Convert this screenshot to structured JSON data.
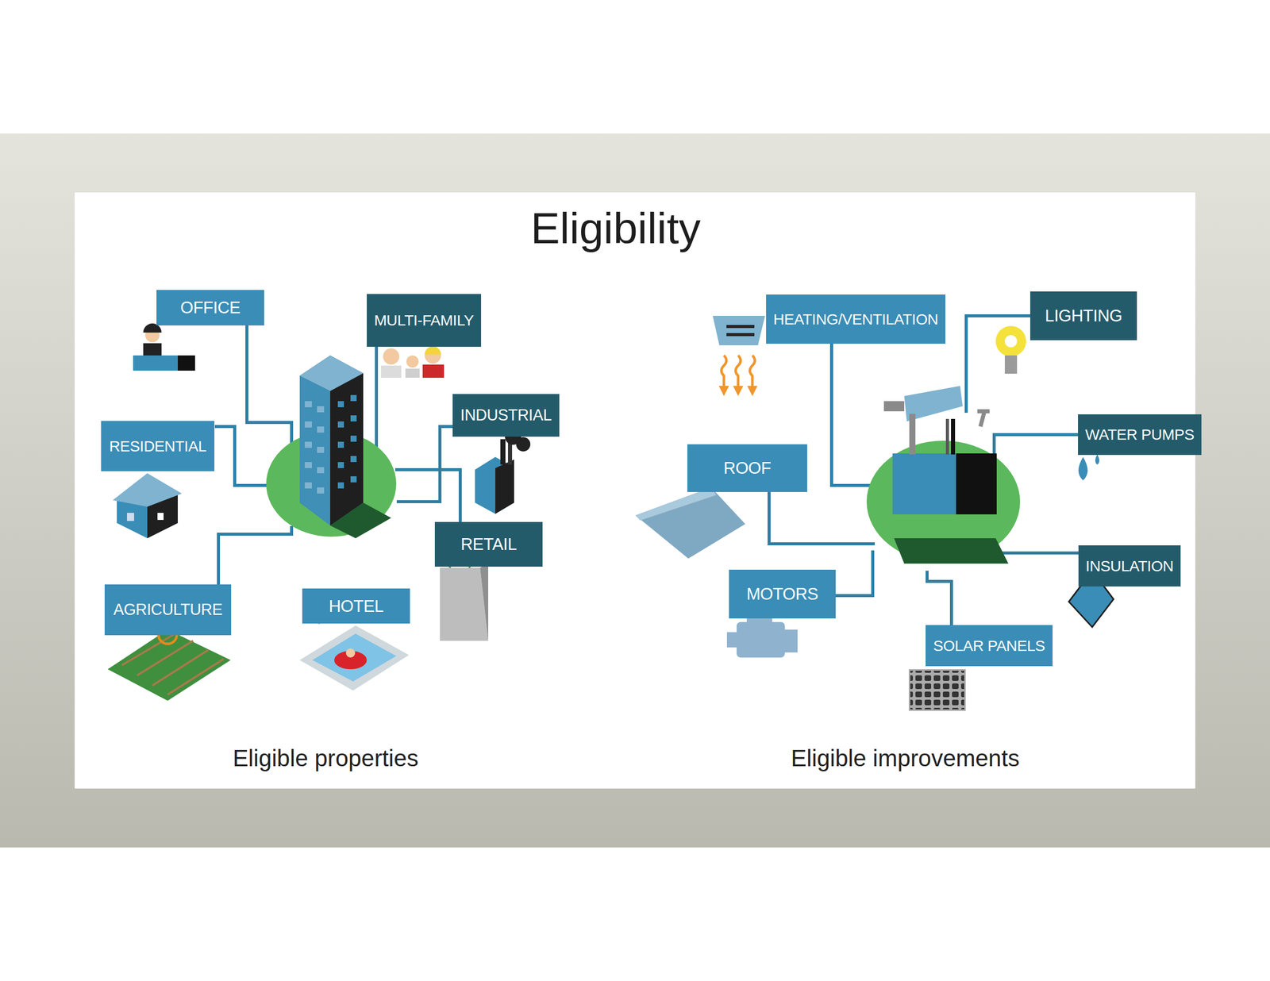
{
  "diagram": {
    "title": "Eligibility",
    "nodes": [
      {
        "text": [
          "OFFICE"
        ]
      },
      {
        "text": [
          "MULTI-FAMILY"
        ]
      },
      {
        "text": [
          "RESIDENTIAL"
        ]
      },
      {
        "text": [
          "INDUSTRIAL"
        ]
      },
      {
        "text": [
          "RETAIL"
        ]
      },
      {
        "text": [
          "AGRICULTURE"
        ]
      },
      {
        "text": [
          "HOTEL"
        ]
      },
      {
        "text": [
          "HEATING/VENTILATION"
        ]
      },
      {
        "text": [
          "LIGHTING"
        ]
      },
      {
        "text": [
          "WATER PUMPS"
        ]
      },
      {
        "text": [
          "ROOF"
        ]
      },
      {
        "text": [
          "INSULATION"
        ]
      },
      {
        "text": [
          "MOTORS"
        ]
      },
      {
        "text": [
          "SOLAR PANELS"
        ]
      }
    ],
    "labels": [
      "Eligible properties",
      "Eligible improvements"
    ]
  }
}
